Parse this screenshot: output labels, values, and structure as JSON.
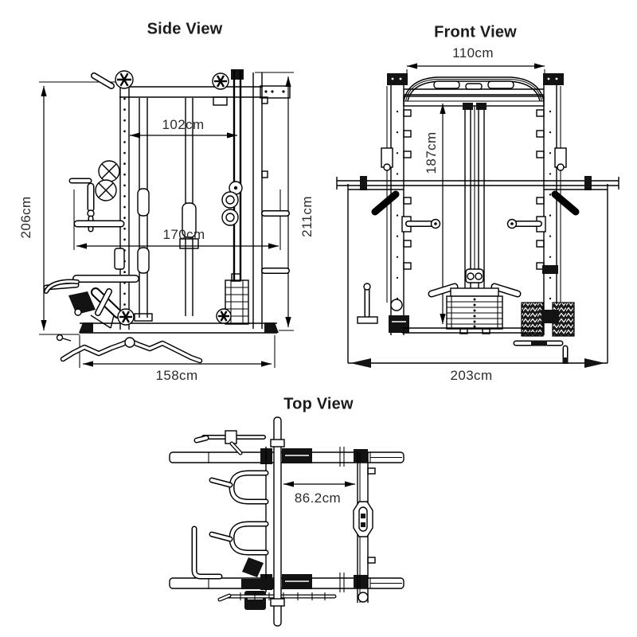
{
  "style": {
    "background": "#ffffff",
    "line_color": "#000000",
    "text_color": "#2b2b2b",
    "title_color": "#1c1c1c"
  },
  "views": {
    "side": {
      "title": "Side View",
      "dim_width_inner": "102cm",
      "dim_depth": "170cm",
      "dim_height_front": "206cm",
      "dim_height_rear": "211cm",
      "dim_base": "158cm"
    },
    "front": {
      "title": "Front View",
      "dim_width_top": "110cm",
      "dim_height_rail": "187cm",
      "dim_width_total": "203cm"
    },
    "top": {
      "title": "Top View",
      "dim_width_inner": "86.2cm"
    }
  }
}
